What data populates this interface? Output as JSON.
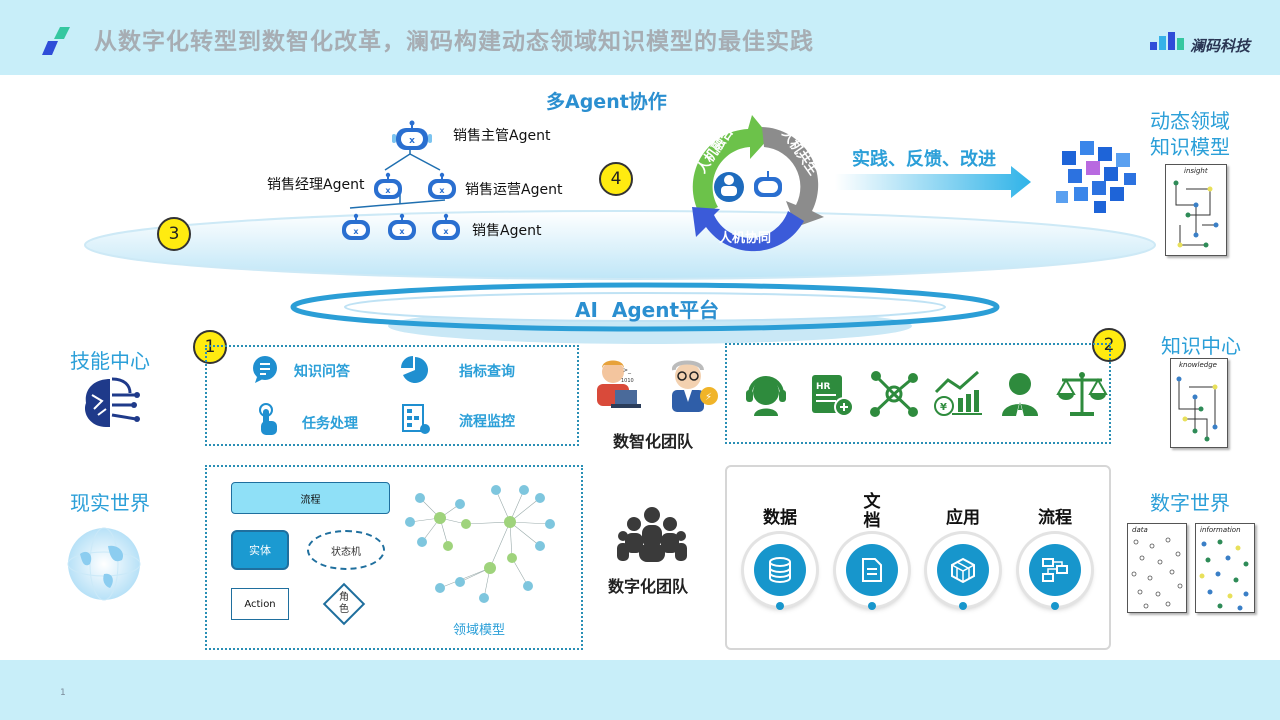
{
  "header": {
    "title": "从数字化转型到数智化改革，澜码构建动态领域知识模型的最佳实践",
    "brand": "澜码科技"
  },
  "multi_agent": {
    "title": "多Agent协作",
    "agents": {
      "manager": "销售主管Agent",
      "mgr2": "销售经理Agent",
      "ops": "销售运营Agent",
      "sales": "销售Agent"
    }
  },
  "cycle": {
    "fusion": "人机融合",
    "coexist": "人机共生",
    "collab": "人机协同"
  },
  "practice_label": "实践、反馈、改进",
  "dynamic_model_label": "动态领域\n知识模型",
  "platform_label": "AI  Agent平台",
  "markers": [
    "1",
    "2",
    "3",
    "4"
  ],
  "skill_center": {
    "label": "技能中心",
    "items": [
      "知识问答",
      "指标查询",
      "任务处理",
      "流程监控"
    ]
  },
  "knowledge_center": {
    "label": "知识中心"
  },
  "teams": {
    "digital_intel": "数智化团队",
    "digital": "数字化团队"
  },
  "real_world": {
    "label": "现实世界",
    "domain_model_caption": "领域模型",
    "flow": "流程",
    "entity": "实体",
    "state_machine": "状态机",
    "action": "Action",
    "role": "角\n色"
  },
  "digital_world": {
    "label": "数字世界",
    "items": [
      "数据",
      "文\n档",
      "应用",
      "流程"
    ]
  },
  "sketch_titles": {
    "insight": "insight",
    "knowledge": "knowledge",
    "data": "data",
    "information": "information"
  },
  "page_number": "1",
  "colors": {
    "accent": "#2b9fd8",
    "header_bg": "#c8eef9",
    "marker_yellow": "#ffeb10",
    "cycle_green": "#6cc24a",
    "cycle_gray": "#8c8c8c",
    "cycle_blue": "#3b5bd9"
  }
}
